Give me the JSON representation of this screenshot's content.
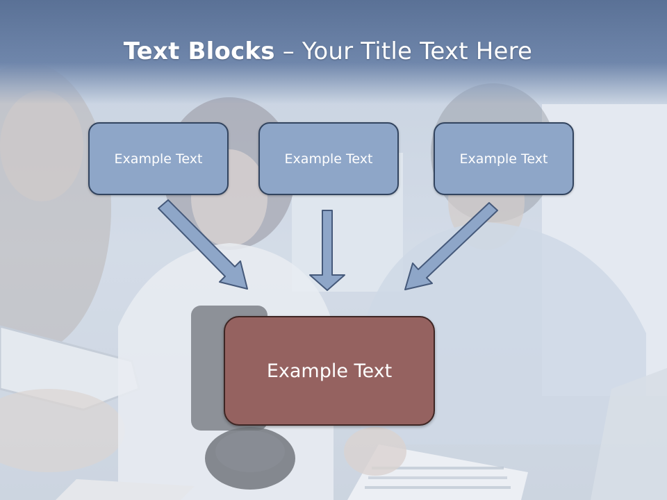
{
  "title": {
    "bold": "Text Blocks",
    "dash": " – ",
    "normal": "Your Title Text Here"
  },
  "top_blocks": [
    {
      "text": "Example Text"
    },
    {
      "text": "Example Text"
    },
    {
      "text": "Example Text"
    }
  ],
  "bottom_block": {
    "text": "Example Text"
  },
  "colors": {
    "header": "#6f86ab",
    "top_block_fill": "#8ea6c8",
    "top_block_border": "#32445f",
    "bottom_block_fill": "#956260",
    "bottom_block_border": "#3e2624",
    "arrow_fill": "#8ea6c8",
    "arrow_stroke": "#45597a"
  }
}
